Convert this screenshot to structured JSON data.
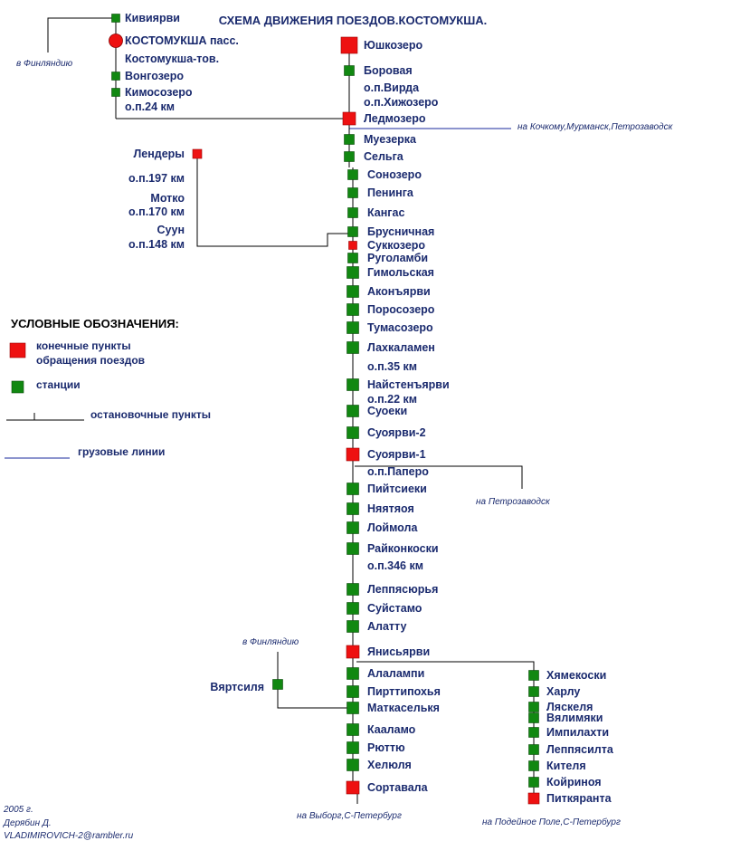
{
  "title": "СХЕМА ДВИЖЕНИЯ ПОЕЗДОВ.КОСТОМУКША.",
  "colors": {
    "terminal": "#ee1111",
    "station": "#118811",
    "text": "#1a2a6e",
    "freight": "#1a2a9e",
    "track": "#000000"
  },
  "kostomuksha_branch": {
    "direction_note": "в Финляндию",
    "items": [
      {
        "name": "Кивиярви",
        "kind": "station"
      },
      {
        "name": "КОСТОМУКША пасс.",
        "kind": "terminal-circle"
      },
      {
        "name": "Костомукша-тов.",
        "kind": "stop"
      },
      {
        "name": "Вонгозеро",
        "kind": "station"
      },
      {
        "name": "Кимосозеро",
        "kind": "station"
      },
      {
        "name": "о.п.24 км",
        "kind": "stop"
      }
    ]
  },
  "lendery_branch": {
    "items": [
      {
        "name": "Лендеры",
        "kind": "terminal"
      },
      {
        "name": "о.п.197 км",
        "kind": "stop"
      },
      {
        "name": "Мотко",
        "kind": "stop"
      },
      {
        "name": "о.п.170 км",
        "kind": "stop"
      },
      {
        "name": "Суун",
        "kind": "stop"
      },
      {
        "name": "о.п.148 км",
        "kind": "stop"
      }
    ]
  },
  "main_line": {
    "items": [
      {
        "name": "Юшкозеро",
        "kind": "terminal"
      },
      {
        "name": "Боровая",
        "kind": "station"
      },
      {
        "name": "о.п.Вирда",
        "kind": "stop"
      },
      {
        "name": "о.п.Хижозеро",
        "kind": "stop"
      },
      {
        "name": "Ледмозеро",
        "kind": "terminal"
      },
      {
        "name": "Муезерка",
        "kind": "station"
      },
      {
        "name": "Сельга",
        "kind": "station"
      },
      {
        "name": "Сонозеро",
        "kind": "station"
      },
      {
        "name": "Пенинга",
        "kind": "station"
      },
      {
        "name": "Кангас",
        "kind": "station"
      },
      {
        "name": "Брусничная",
        "kind": "station"
      },
      {
        "name": "Суккозеро",
        "kind": "terminal"
      },
      {
        "name": "Руголамби",
        "kind": "station"
      },
      {
        "name": "Гимольская",
        "kind": "station"
      },
      {
        "name": "Аконъярви",
        "kind": "station"
      },
      {
        "name": "Поросозеро",
        "kind": "station"
      },
      {
        "name": "Тумасозеро",
        "kind": "station"
      },
      {
        "name": "Лахкаламен",
        "kind": "station"
      },
      {
        "name": "о.п.35 км",
        "kind": "stop"
      },
      {
        "name": "Найстенъярви",
        "kind": "station"
      },
      {
        "name": "о.п.22 км",
        "kind": "stop"
      },
      {
        "name": "Суоеки",
        "kind": "station"
      },
      {
        "name": "Суоярви-2",
        "kind": "station"
      },
      {
        "name": "Суоярви-1",
        "kind": "terminal"
      },
      {
        "name": "о.п.Паперо",
        "kind": "stop"
      },
      {
        "name": "Пийтсиеки",
        "kind": "station"
      },
      {
        "name": "Няятяоя",
        "kind": "station"
      },
      {
        "name": "Лоймола",
        "kind": "station"
      },
      {
        "name": "Райконкоски",
        "kind": "station"
      },
      {
        "name": "о.п.346 км",
        "kind": "stop"
      },
      {
        "name": "Леппясюрья",
        "kind": "station"
      },
      {
        "name": "Суйстамо",
        "kind": "station"
      },
      {
        "name": "Алатту",
        "kind": "station"
      },
      {
        "name": "Янисьярви",
        "kind": "terminal"
      },
      {
        "name": "Алалампи",
        "kind": "station"
      },
      {
        "name": "Пирттипохья",
        "kind": "station"
      },
      {
        "name": "Маткаселькя",
        "kind": "station"
      },
      {
        "name": "Кааламо",
        "kind": "station"
      },
      {
        "name": "Рюттю",
        "kind": "station"
      },
      {
        "name": "Хелюля",
        "kind": "station"
      },
      {
        "name": "Сортавала",
        "kind": "terminal"
      }
    ]
  },
  "pitkyaranta_branch": {
    "items": [
      {
        "name": "Хямекоски",
        "kind": "station"
      },
      {
        "name": "Харлу",
        "kind": "station"
      },
      {
        "name": "Ляскеля",
        "kind": "station"
      },
      {
        "name": "Вялимяки",
        "kind": "station"
      },
      {
        "name": "Импилахти",
        "kind": "station"
      },
      {
        "name": "Леппясилта",
        "kind": "station"
      },
      {
        "name": "Кителя",
        "kind": "station"
      },
      {
        "name": "Койриноя",
        "kind": "station"
      },
      {
        "name": "Питкяранта",
        "kind": "terminal"
      }
    ]
  },
  "vyartsilya": {
    "name": "Вяртсиля",
    "direction_note": "в Финляндию"
  },
  "notes": {
    "kochkoma": "на Кочкому,Мурманск,Петрозаводск",
    "petrozavodsk": "на Петрозаводск",
    "vyborg": "на Выборг,С-Петербург",
    "lodeynoe": "на Подейное Поле,С-Петербург"
  },
  "legend": {
    "heading": "УСЛОВНЫЕ ОБОЗНАЧЕНИЯ:",
    "terminal_line1": "конечные пункты",
    "terminal_line2": "обращения поездов",
    "station": "станции",
    "stop": "остановочные пункты",
    "freight": "грузовые линии"
  },
  "credits": {
    "year": "2005 г.",
    "author": "Дерябин Д.",
    "email": "VLADIMIROVICH-2@rambler.ru"
  }
}
